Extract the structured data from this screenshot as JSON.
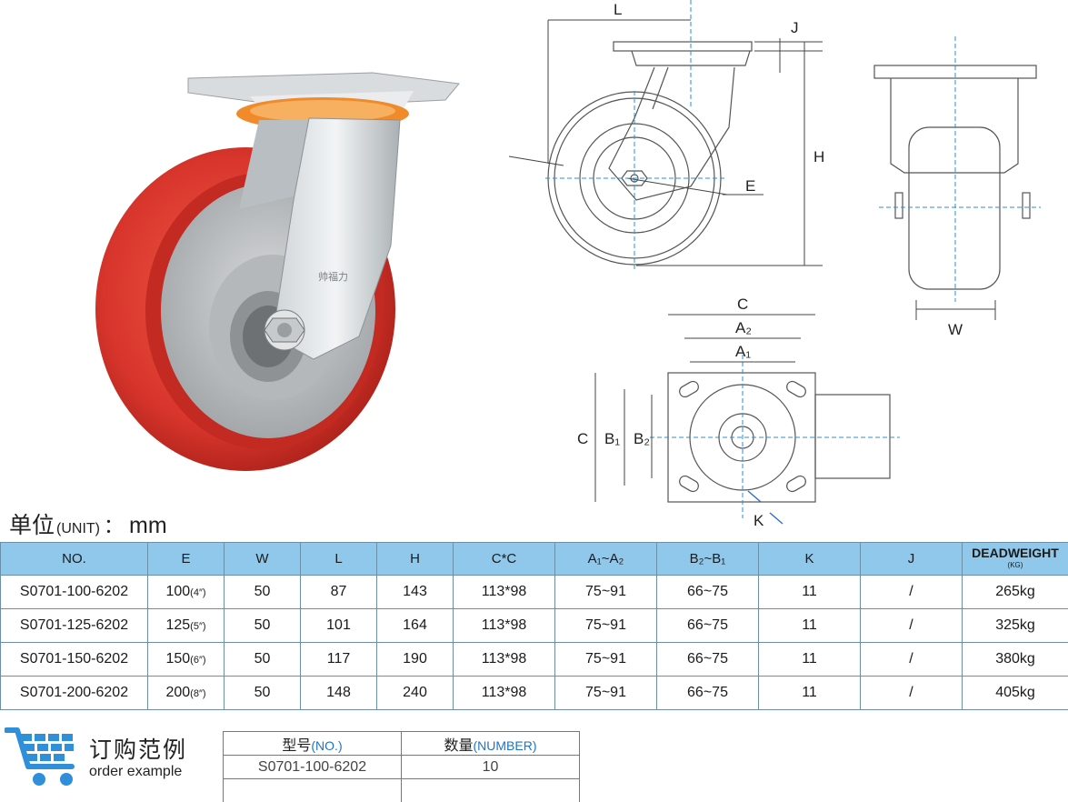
{
  "unit": {
    "zh": "单位",
    "en": "(UNIT)",
    "colon": "：",
    "value": "mm"
  },
  "drawing_labels": {
    "L": "L",
    "J": "J",
    "H": "H",
    "E": "E",
    "W": "W",
    "C_top": "C",
    "A2": "A₂",
    "A1": "A₁",
    "C_side": "C",
    "B1": "B₁",
    "B2": "B₂",
    "K": "K"
  },
  "photo_brand": "帅福力",
  "table": {
    "headers": [
      "NO.",
      "E",
      "W",
      "L",
      "H",
      "C*C",
      "A₁~A₂",
      "B₂~B₁",
      "K",
      "J"
    ],
    "deadweight": {
      "main": "DEADWEIGHT",
      "unit": "(KG)"
    },
    "rows": [
      {
        "no": "S0701-100-6202",
        "e": "100",
        "e_inch": "(4″)",
        "w": "50",
        "l": "87",
        "h": "143",
        "cc": "113*98",
        "a": "75~91",
        "b": "66~75",
        "k": "11",
        "j": "/",
        "dw": "265kg"
      },
      {
        "no": "S0701-125-6202",
        "e": "125",
        "e_inch": "(5″)",
        "w": "50",
        "l": "101",
        "h": "164",
        "cc": "113*98",
        "a": "75~91",
        "b": "66~75",
        "k": "11",
        "j": "/",
        "dw": "325kg"
      },
      {
        "no": "S0701-150-6202",
        "e": "150",
        "e_inch": "(6″)",
        "w": "50",
        "l": "117",
        "h": "190",
        "cc": "113*98",
        "a": "75~91",
        "b": "66~75",
        "k": "11",
        "j": "/",
        "dw": "380kg"
      },
      {
        "no": "S0701-200-6202",
        "e": "200",
        "e_inch": "(8″)",
        "w": "50",
        "l": "148",
        "h": "240",
        "cc": "113*98",
        "a": "75~91",
        "b": "66~75",
        "k": "11",
        "j": "/",
        "dw": "405kg"
      }
    ]
  },
  "order": {
    "title_zh": "订购范例",
    "title_en": "order example",
    "col1_zh": "型号",
    "col1_en": "(NO.)",
    "col2_zh": "数量",
    "col2_en": "(NUMBER)",
    "example_no": "S0701-100-6202",
    "example_qty": "10"
  },
  "colors": {
    "header_blue": "#8fc8ea",
    "wheel_red": "#d8352c",
    "cart_blue": "#2f8fd8"
  }
}
